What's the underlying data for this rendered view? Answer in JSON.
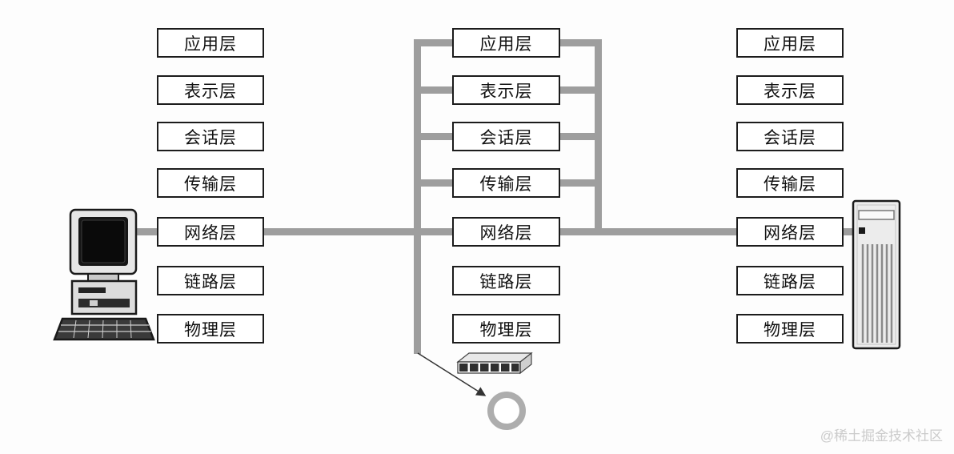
{
  "diagram": {
    "description": "OSI 7-layer network model: client, intermediate node and server stacks linked at the network layer"
  },
  "stacks": {
    "left": [
      "应用层",
      "表示层",
      "会话层",
      "传输层",
      "网络层",
      "链路层",
      "物理层"
    ],
    "middle": [
      "应用层",
      "表示层",
      "会话层",
      "传输层",
      "网络层",
      "链路层",
      "物理层"
    ],
    "right": [
      "应用层",
      "表示层",
      "会话层",
      "传输层",
      "网络层",
      "链路层",
      "物理层"
    ]
  },
  "watermark": "@稀土掘金技术社区",
  "colors": {
    "line": "#9e9e9e",
    "box_border": "#1c1c1c",
    "box_bg": "#ffffff",
    "watermark": "#cbcbcb",
    "background": "#fdfdfd"
  }
}
